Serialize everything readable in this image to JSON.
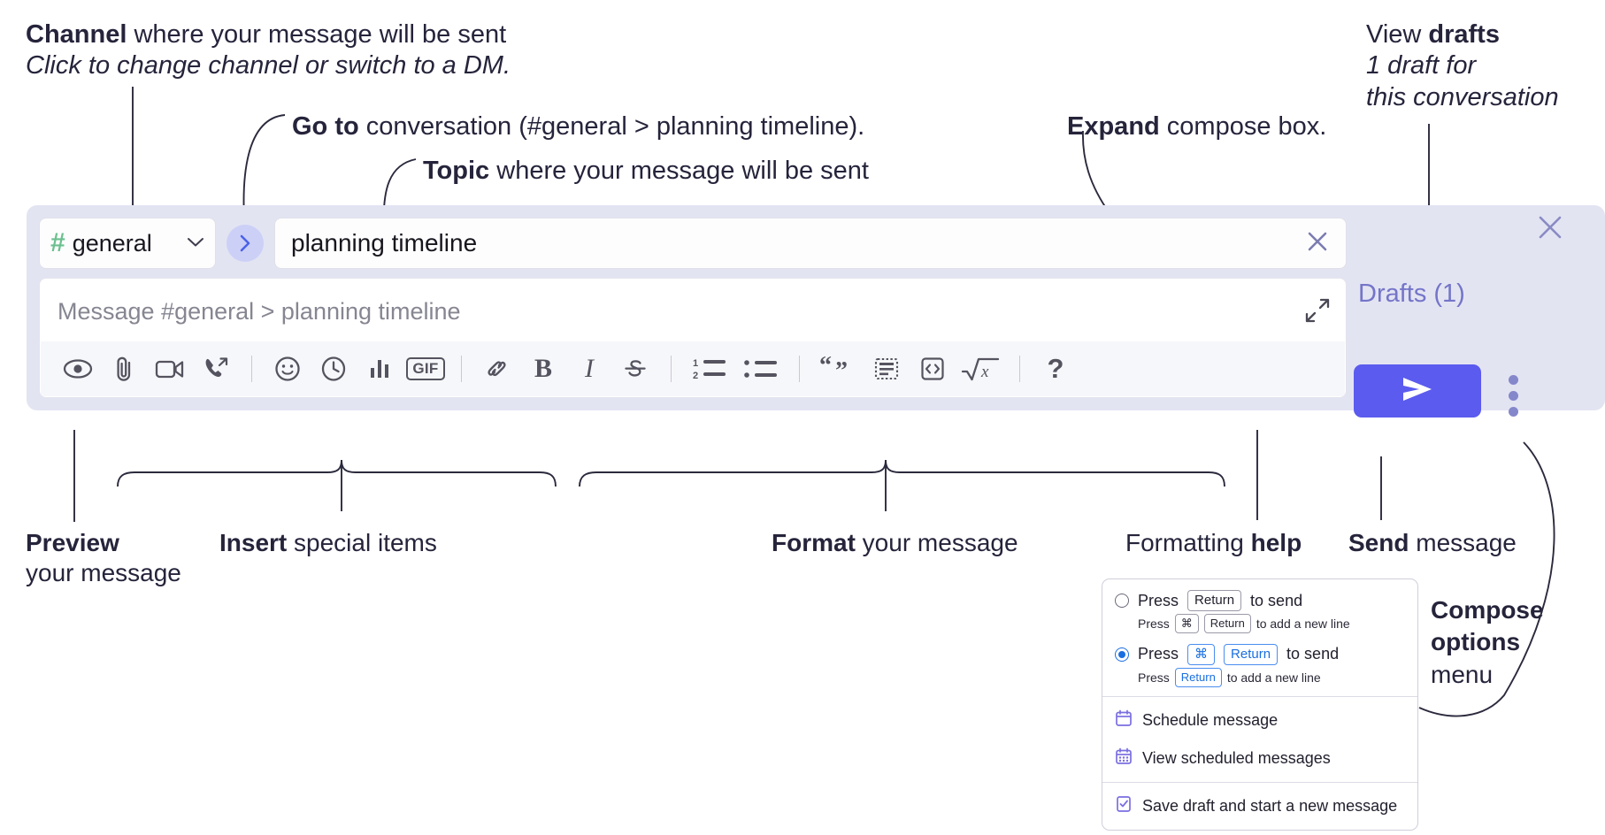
{
  "annotations": {
    "channel": {
      "bold": "Channel",
      "rest": " where your message will be sent",
      "sub": "Click to change channel or switch to a DM."
    },
    "goto": {
      "bold": "Go to",
      "rest": " conversation (#general > planning timeline)."
    },
    "topic": {
      "bold": "Topic",
      "rest": " where your message will be sent"
    },
    "expand": {
      "bold": "Expand",
      "rest": " compose box."
    },
    "drafts": {
      "lead": "View ",
      "bold": "drafts",
      "sub1": "1 draft for",
      "sub2": "this conversation"
    },
    "preview": {
      "bold": "Preview",
      "sub": "your message"
    },
    "insert": {
      "bold": "Insert",
      "rest": " special items"
    },
    "format": {
      "bold": "Format",
      "rest": " your message"
    },
    "help": {
      "lead": "Formatting ",
      "bold": "help"
    },
    "send": {
      "bold": "Send",
      "rest": " message"
    },
    "compose_options": {
      "bold1": "Compose",
      "bold2": "options",
      "rest": "menu"
    }
  },
  "compose": {
    "channel": {
      "hash": "#",
      "name": "general",
      "chevron": "chevron-down"
    },
    "goto_button_icon": "chevron-right",
    "topic": {
      "value": "planning timeline",
      "clear_icon": "close-icon"
    },
    "message": {
      "placeholder": "Message #general > planning timeline",
      "expand_icon": "expand-icon"
    },
    "toolbar": [
      {
        "name": "preview-icon",
        "label": "Preview"
      },
      {
        "name": "attachment-icon",
        "label": "Attach file"
      },
      {
        "name": "video-icon",
        "label": "Record video clip"
      },
      {
        "name": "audio-call-icon",
        "label": "Record audio clip"
      },
      {
        "name": "separator",
        "label": ""
      },
      {
        "name": "emoji-icon",
        "label": "Emoji"
      },
      {
        "name": "clock-icon",
        "label": "Reminder"
      },
      {
        "name": "poll-icon",
        "label": "Poll"
      },
      {
        "name": "gif-icon",
        "label": "GIF"
      },
      {
        "name": "separator",
        "label": ""
      },
      {
        "name": "link-icon",
        "label": "Link"
      },
      {
        "name": "bold-icon",
        "label": "B"
      },
      {
        "name": "italic-icon",
        "label": "I"
      },
      {
        "name": "strikethrough-icon",
        "label": "Strikethrough"
      },
      {
        "name": "separator",
        "label": ""
      },
      {
        "name": "ordered-list-icon",
        "label": "Ordered list"
      },
      {
        "name": "bulleted-list-icon",
        "label": "Bulleted list"
      },
      {
        "name": "separator",
        "label": ""
      },
      {
        "name": "blockquote-icon",
        "label": "Blockquote"
      },
      {
        "name": "code-block-icon",
        "label": "Code block"
      },
      {
        "name": "code-icon",
        "label": "Code"
      },
      {
        "name": "math-icon",
        "label": "Math"
      },
      {
        "name": "separator",
        "label": ""
      },
      {
        "name": "help-icon",
        "label": "?"
      }
    ],
    "send_button_icon": "send-icon",
    "compose_options_icon": "kebab-icon",
    "drafts_label": "Drafts (1)",
    "close_icon": "close-icon"
  },
  "popup": {
    "option1": {
      "main_pre": "Press",
      "main_key": "Return",
      "main_post": "to send",
      "sub_pre": "Press",
      "sub_key1": "⌘",
      "sub_key2": "Return",
      "sub_post": "to add a new line",
      "selected": false
    },
    "option2": {
      "main_pre": "Press",
      "main_key1": "⌘",
      "main_key2": "Return",
      "main_post": "to send",
      "sub_pre": "Press",
      "sub_key": "Return",
      "sub_post": "to add a new line",
      "selected": true
    },
    "items": [
      {
        "icon": "calendar-icon",
        "label": "Schedule message"
      },
      {
        "icon": "calendar-grid-icon",
        "label": "View scheduled messages"
      },
      {
        "icon": "save-draft-icon",
        "label": "Save draft and start a new message"
      }
    ]
  },
  "colors": {
    "compose_bg": "#e3e4f2",
    "send_button": "#5b5bef",
    "hash_green": "#6cc08f",
    "goto_circle": "#ccd0f7",
    "drafts_text": "#7475c8",
    "accent_blue": "#1a6fe0",
    "popup_icon_purple": "#7a6fe0"
  }
}
